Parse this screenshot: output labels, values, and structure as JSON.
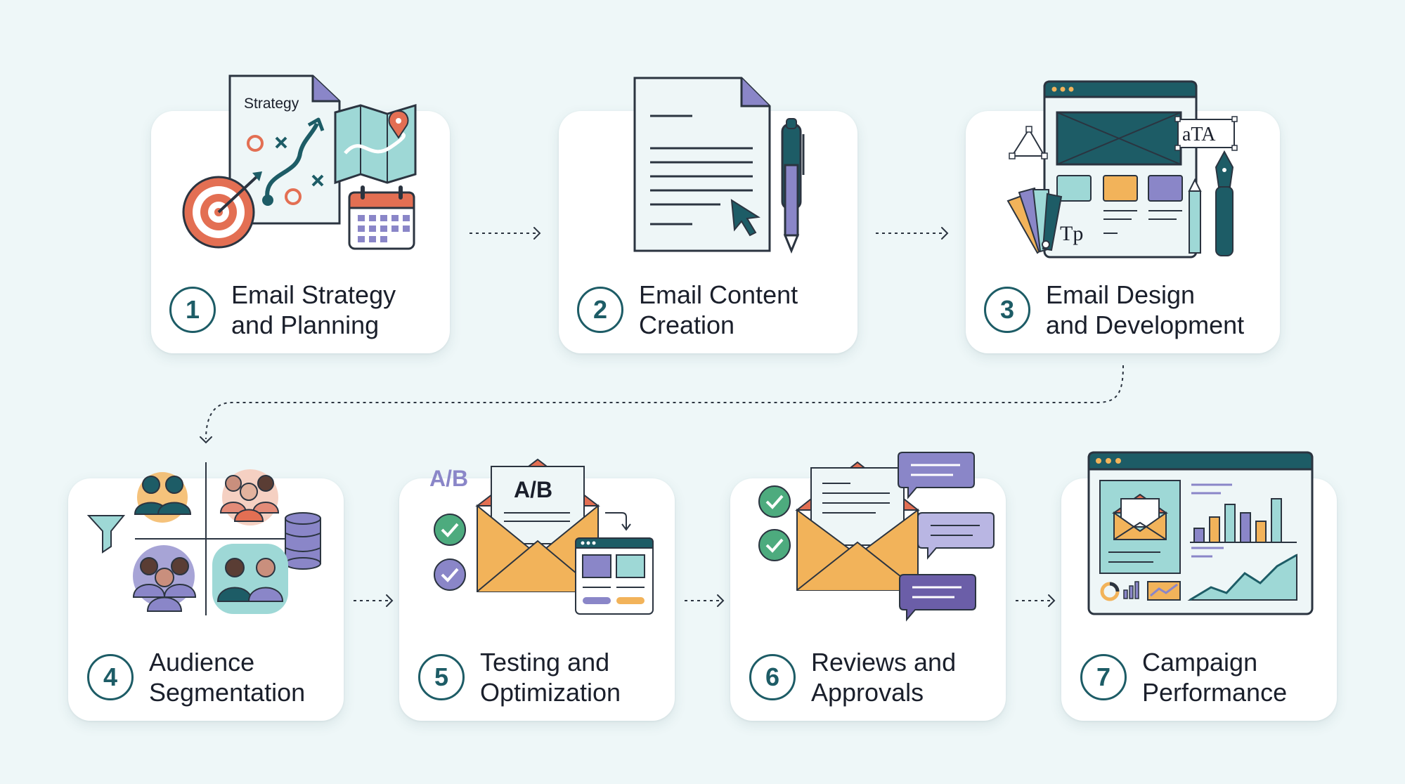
{
  "steps": [
    {
      "number": "1",
      "line1": "Email Strategy",
      "line2": "and Planning"
    },
    {
      "number": "2",
      "line1": "Email Content",
      "line2": "Creation"
    },
    {
      "number": "3",
      "line1": "Email Design",
      "line2": "and Development"
    },
    {
      "number": "4",
      "line1": "Audience",
      "line2": "Segmentation"
    },
    {
      "number": "5",
      "line1": "Testing and",
      "line2": "Optimization"
    },
    {
      "number": "6",
      "line1": "Reviews and",
      "line2": "Approvals"
    },
    {
      "number": "7",
      "line1": "Campaign",
      "line2": "Performance"
    }
  ],
  "illustration_text": {
    "strategy_doc": "Strategy",
    "ab_small": "A/B",
    "ab_letter": "A/B",
    "type_sample": "aTA",
    "type_tp": "Tp"
  },
  "colors": {
    "background": "#eef7f8",
    "card": "#ffffff",
    "badge": "#1d5c66",
    "teal_dark": "#1d5c66",
    "teal_light": "#9ed8d6",
    "orange": "#f2b35a",
    "coral": "#e36f53",
    "purple": "#8a86c8",
    "outline": "#2b3440"
  }
}
